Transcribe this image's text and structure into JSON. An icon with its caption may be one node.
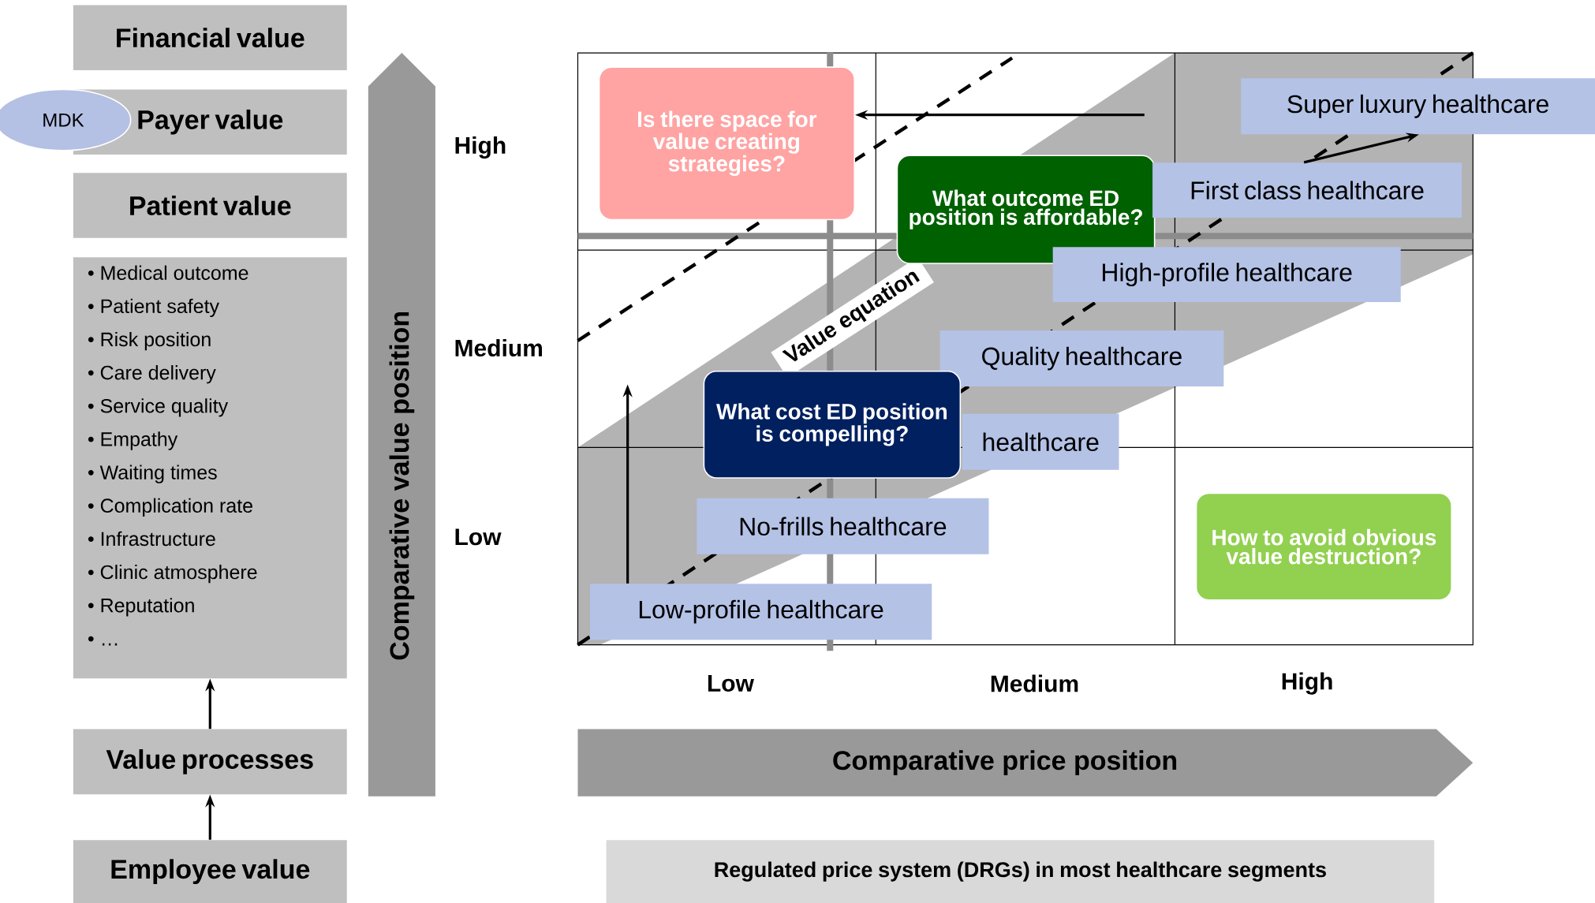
{
  "diagram": {
    "nodes": [
      {
        "text": [
          "Financial value"
        ]
      },
      {
        "text": [
          "Payer value"
        ]
      },
      {
        "text": [
          "MDK"
        ]
      },
      {
        "text": [
          "Patient value"
        ]
      },
      {
        "text": [
          "• Medical outcome",
          "• Patient safety",
          "• Risk position",
          "• Care delivery",
          "• Service quality",
          "• Empathy",
          "• Waiting times",
          "• Complication rate",
          "• Infrastructure",
          "• Clinic atmosphere",
          "• Reputation",
          "• …"
        ]
      },
      {
        "text": [
          "Value processes"
        ]
      },
      {
        "text": [
          "Employee value"
        ]
      },
      {
        "text": [
          "Comparative value position"
        ]
      },
      {
        "text": [
          "Is there space for value creating strategies?"
        ]
      },
      {
        "text": [
          "What outcome ED position is affordable?"
        ]
      },
      {
        "text": [
          "Super luxury healthcare"
        ]
      },
      {
        "text": [
          "First class healthcare"
        ]
      },
      {
        "text": [
          "High-profile healthcare"
        ]
      },
      {
        "text": [
          "Quality healthcare"
        ]
      },
      {
        "text": [
          "healthcare"
        ]
      },
      {
        "text": [
          "What cost ED position is compelling?"
        ]
      },
      {
        "text": [
          "No-frills healthcare"
        ]
      },
      {
        "text": [
          "Low-profile healthcare"
        ]
      },
      {
        "text": [
          "How to avoid obvious value destruction?"
        ]
      },
      {
        "text": [
          "Comparative price position"
        ]
      },
      {
        "text": [
          "Regulated price system (DRGs) in most healthcare segments"
        ]
      }
    ],
    "edges": [
      {
        "from": 5,
        "to": 4,
        "arrow": "to"
      },
      {
        "from": 6,
        "to": 5,
        "arrow": "to"
      },
      {
        "from": null,
        "to": 8,
        "arrow": "to"
      },
      {
        "from": 11,
        "to": 10,
        "arrow": "to"
      },
      {
        "from": 17,
        "to": null,
        "arrow": "to"
      }
    ],
    "labels": [
      "High",
      "Medium",
      "Low",
      "Low",
      "Medium",
      "High",
      "Value equation"
    ]
  }
}
